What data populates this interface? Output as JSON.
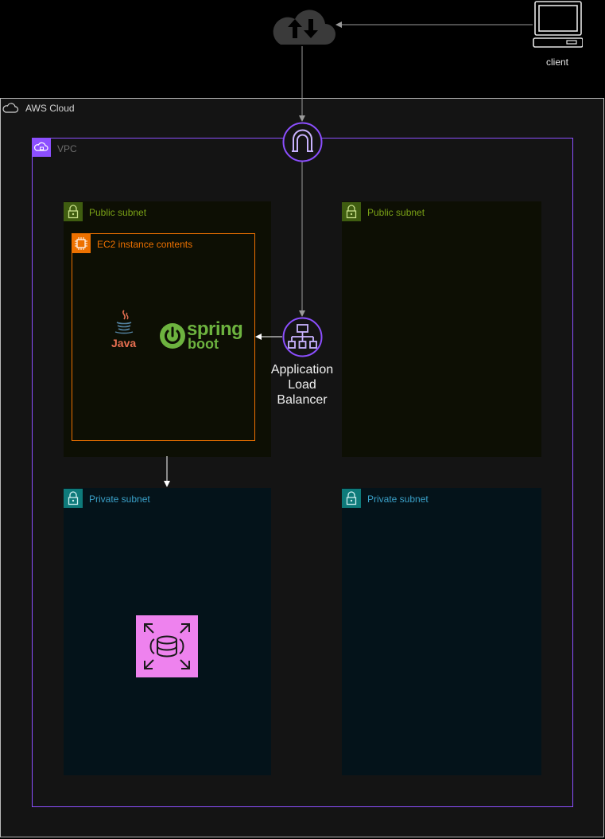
{
  "labels": {
    "aws_cloud": "AWS Cloud",
    "vpc": "VPC",
    "public_subnet_1": "Public subnet",
    "public_subnet_2": "Public subnet",
    "private_subnet_1": "Private subnet",
    "private_subnet_2": "Private subnet",
    "ec2": "EC2 instance contents",
    "client": "client",
    "alb_line1": "Application",
    "alb_line2": "Load",
    "alb_line3": "Balancer",
    "java": "Java",
    "spring_top": "spring",
    "spring_bottom": "boot"
  },
  "icons": {
    "internet": "internet-cloud-icon",
    "client": "laptop-icon",
    "igw": "internet-gateway-icon",
    "alb": "load-balancer-icon",
    "rds": "rds-database-icon"
  },
  "colors": {
    "vpc": "#8c4fff",
    "public_subnet": "#7aa116",
    "private_subnet": "#147eba",
    "ec2": "#ed7100",
    "rds": "#ee82ee",
    "spring": "#6db33f",
    "java": "#e76f51"
  }
}
